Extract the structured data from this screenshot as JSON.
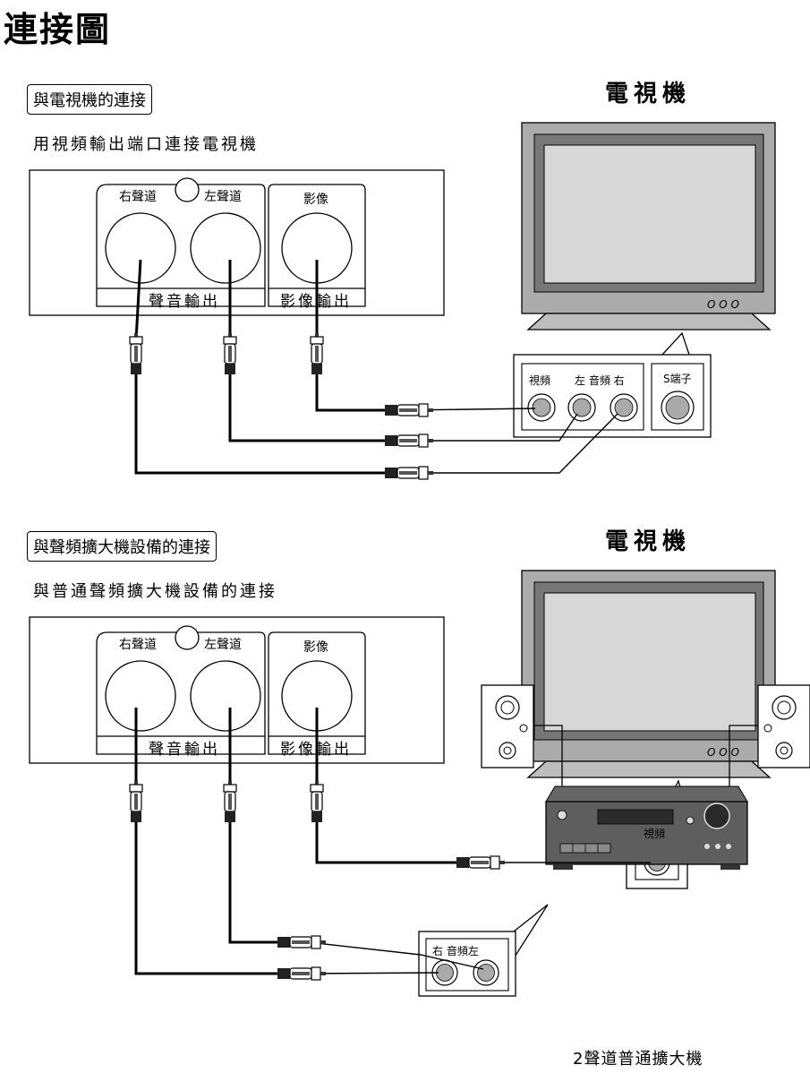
{
  "title": "連接圖",
  "sections": [
    {
      "tag": "與電視機的連接",
      "subtitle": "用視頻輸出端口連接電視機",
      "tv_heading": "電視機",
      "player": {
        "right_channel": "右聲道",
        "left_channel": "左聲道",
        "video": "影像",
        "audio_out": "聲音輸出",
        "video_out": "影像輸出"
      },
      "tv_panel": {
        "video": "視頻",
        "audio": "左 音頻 右",
        "s_terminal": "S端子"
      }
    },
    {
      "tag": "與聲頻擴大機設備的連接",
      "subtitle": "與普通聲頻擴大機設備的連接",
      "tv_heading": "電視機",
      "player": {
        "right_channel": "右聲道",
        "left_channel": "左聲道",
        "video": "影像",
        "audio_out": "聲音輸出",
        "video_out": "影像輸出"
      },
      "tv_panel": {
        "video": "視頻"
      },
      "amp_panel": {
        "audio": "右 音頻左"
      },
      "amp_label": "2聲道普通擴大機"
    }
  ]
}
